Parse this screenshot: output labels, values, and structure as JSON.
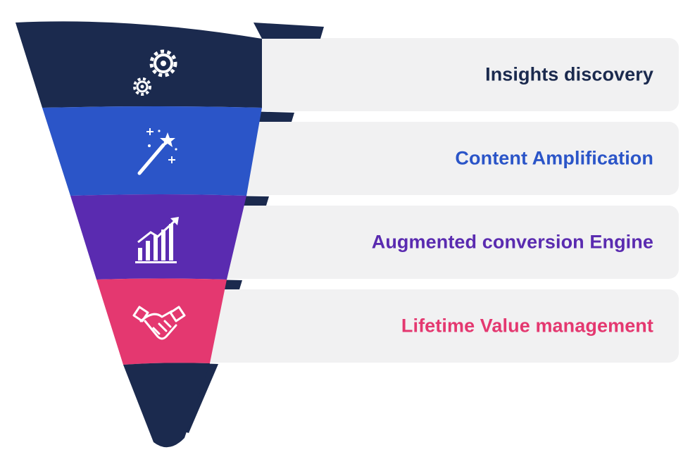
{
  "stages": [
    {
      "label": "Insights discovery",
      "color": "#1b2a4e",
      "icon": "gears-icon"
    },
    {
      "label": "Content Amplification",
      "color": "#2b55c8",
      "icon": "magic-wand-icon"
    },
    {
      "label": "Augmented conversion Engine",
      "color": "#5a2bb0",
      "icon": "growth-chart-icon"
    },
    {
      "label": "Lifetime Value management",
      "color": "#e43870",
      "icon": "handshake-icon"
    }
  ],
  "colors": {
    "card_bg": "#f1f1f2",
    "funnel_tip": "#1b2a4e",
    "stage_1_text": "#1b2a4e",
    "stage_2_text": "#2b55c8",
    "stage_3_text": "#5a2bb0",
    "stage_4_text": "#e43870"
  }
}
